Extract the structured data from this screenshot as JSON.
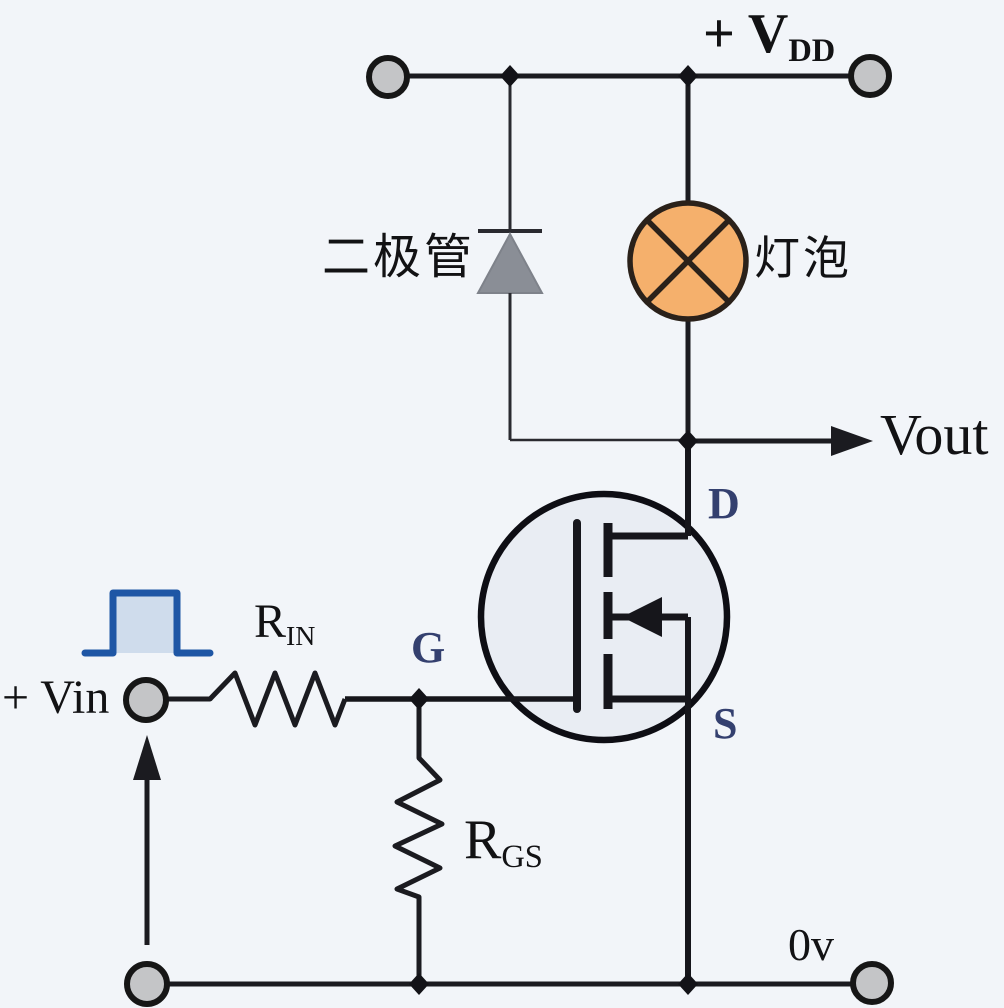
{
  "diagram_type": "circuit-schematic",
  "labels": {
    "supply": {
      "main": "+ V",
      "sub": "DD"
    },
    "diode": "二极管",
    "bulb": "灯泡",
    "output": "Vout",
    "mosfet": {
      "drain": "D",
      "gate": "G",
      "source": "S"
    },
    "r_in": {
      "main": "R",
      "sub": "IN"
    },
    "r_gs": {
      "main": "R",
      "sub": "GS"
    },
    "input": "+ Vin",
    "ground": "0v"
  },
  "colors": {
    "background": "#F2F5F9",
    "wire": "#1B1B20",
    "lamp_fill": "#F5B06C",
    "lamp_stroke": "#2A211A",
    "mosfet_body_fill": "#E9EDF3",
    "diode_fill": "#8A8E96",
    "terminal_fill": "#C4C5C7",
    "terminal_stroke": "#161616",
    "pulse_stroke": "#1E56A5",
    "pulse_fill": "#C9D7EA",
    "pin_label_color": "#34406F"
  },
  "components": [
    {
      "id": "vdd-rail",
      "type": "positive-supply-rail",
      "label": "+VDD"
    },
    {
      "id": "flyback-diode",
      "type": "diode",
      "label": "二极管",
      "orientation": "cathode-up"
    },
    {
      "id": "lamp",
      "type": "indicator-lamp",
      "label": "灯泡"
    },
    {
      "id": "vout-node",
      "type": "output-node",
      "label": "Vout"
    },
    {
      "id": "mosfet",
      "type": "n-channel-mosfet",
      "pins": [
        "D",
        "G",
        "S"
      ]
    },
    {
      "id": "r-in",
      "type": "resistor",
      "label": "RIN",
      "position": "series-with-gate"
    },
    {
      "id": "r-gs",
      "type": "resistor",
      "label": "RGS",
      "position": "gate-to-source"
    },
    {
      "id": "vin",
      "type": "pulse-input",
      "label": "+ Vin"
    },
    {
      "id": "ground-rail",
      "type": "ground-rail",
      "label": "0v"
    }
  ]
}
